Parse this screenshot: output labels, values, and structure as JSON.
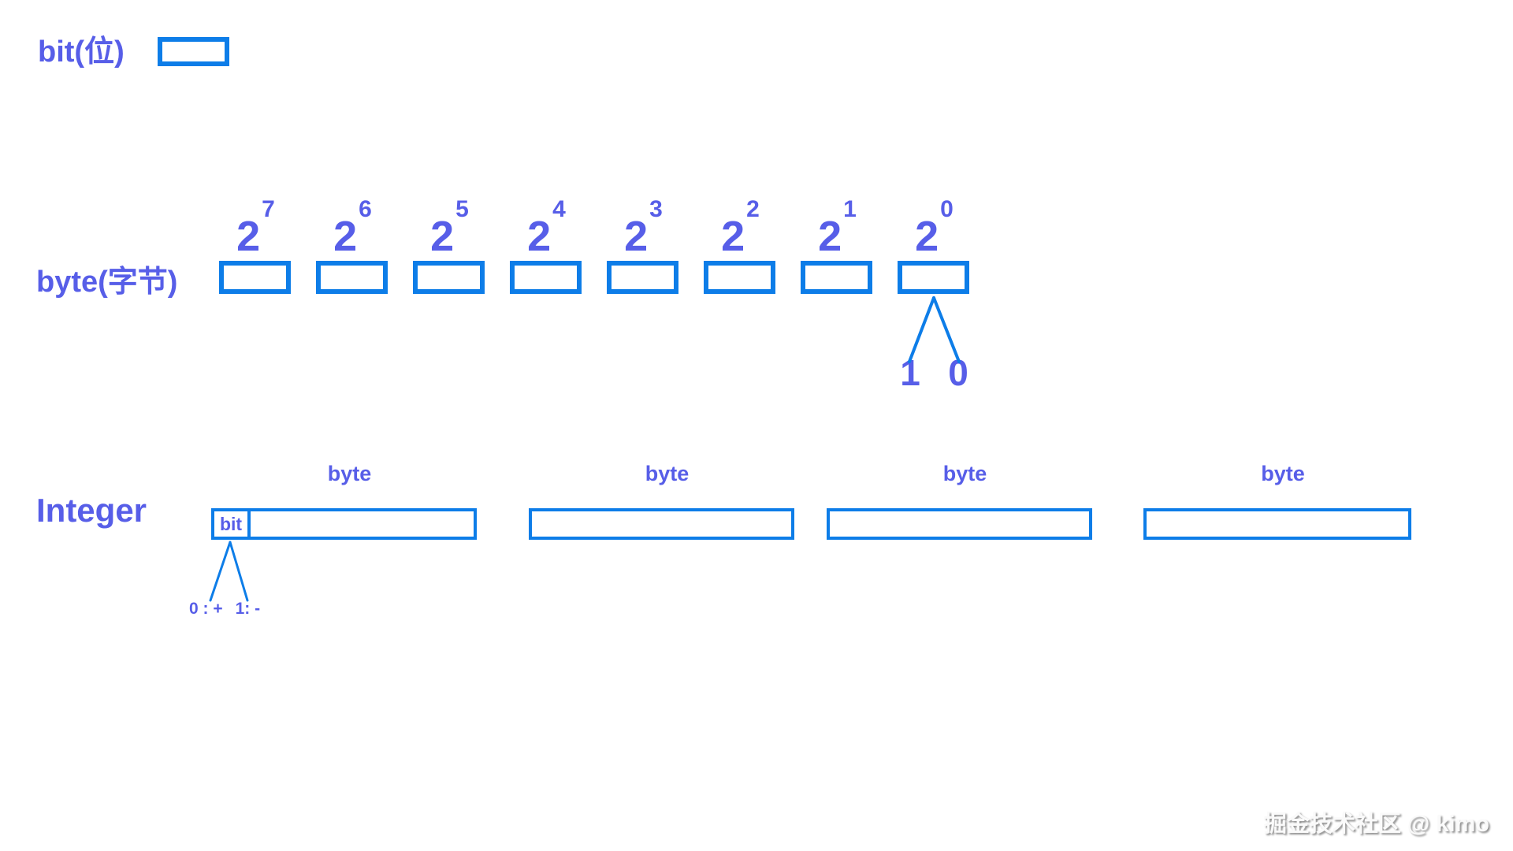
{
  "colors": {
    "accent_blue": "#0d7de8",
    "accent_purple": "#575ee8"
  },
  "bit_row": {
    "label": "bit(位)"
  },
  "byte_row": {
    "label": "byte(字节)",
    "cells": [
      {
        "base": "2",
        "exp": "7"
      },
      {
        "base": "2",
        "exp": "6"
      },
      {
        "base": "2",
        "exp": "5"
      },
      {
        "base": "2",
        "exp": "4"
      },
      {
        "base": "2",
        "exp": "3"
      },
      {
        "base": "2",
        "exp": "2"
      },
      {
        "base": "2",
        "exp": "1"
      },
      {
        "base": "2",
        "exp": "0"
      }
    ],
    "leaf_values": {
      "one": "1",
      "zero": "0"
    }
  },
  "integer_row": {
    "label": "Integer",
    "byte_boxes": [
      {
        "label": "byte"
      },
      {
        "label": "byte"
      },
      {
        "label": "byte"
      },
      {
        "label": "byte"
      }
    ],
    "bit_cell_label": "bit",
    "sign_legend": {
      "positive": "0 : +",
      "negative": "1: -"
    }
  },
  "watermark": {
    "text": "掘金技术社区 @ kimo"
  }
}
